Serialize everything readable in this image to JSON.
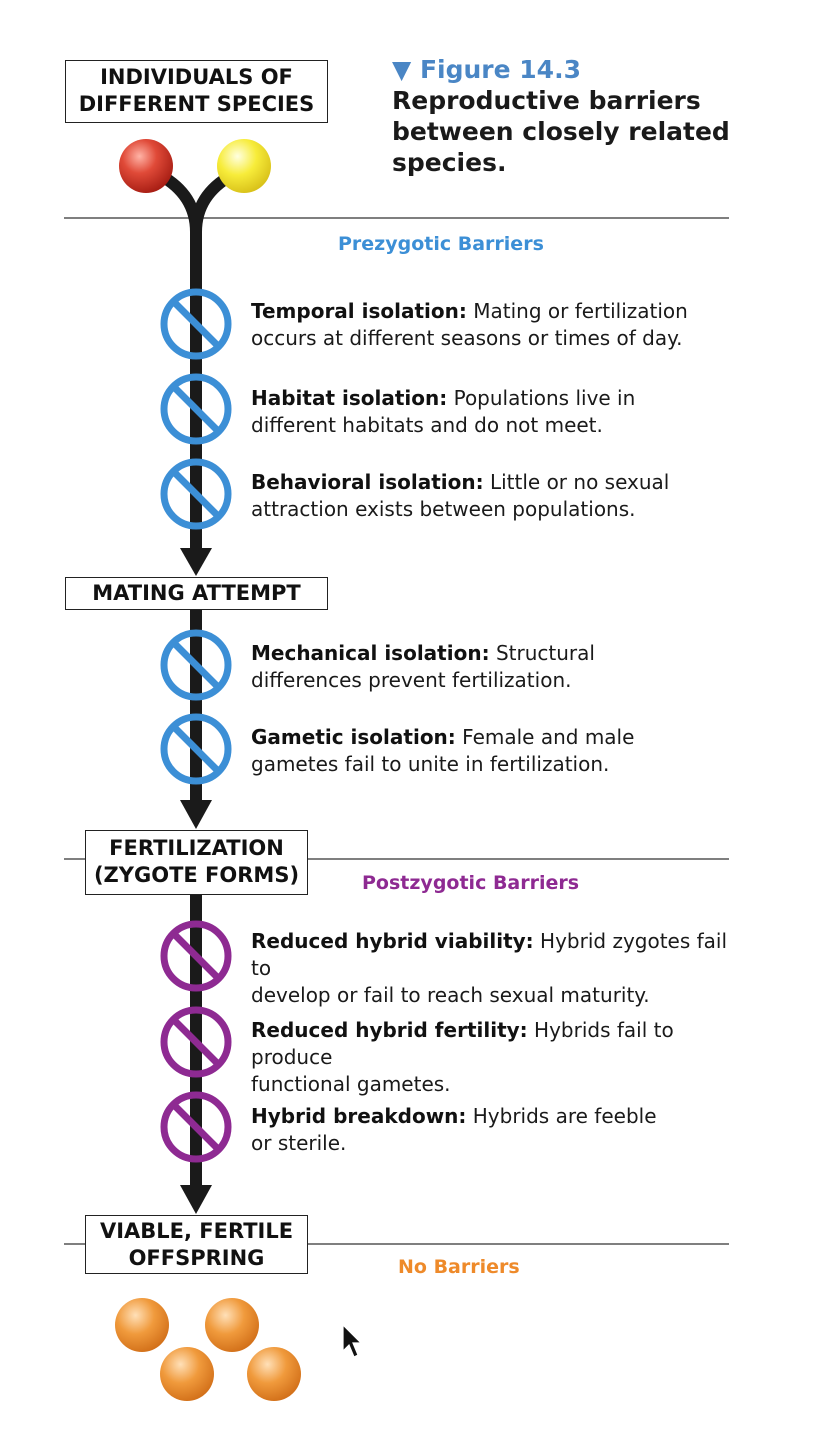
{
  "colors": {
    "prezygotic": "#3c8fd6",
    "postzygotic": "#8e2a92",
    "none": "#ee8a2a",
    "figure_label": "#4a86c5",
    "species_a": "#d63a2c",
    "species_b": "#f2e230",
    "offspring": "#ee8f33",
    "flow_line": "#1a1a1a"
  },
  "figure": {
    "marker": "▼",
    "label": "Figure 14.3",
    "title": "Reproductive barriers between closely related species."
  },
  "stages": {
    "individuals": [
      "INDIVIDUALS OF",
      "DIFFERENT SPECIES"
    ],
    "mating": [
      "MATING ATTEMPT"
    ],
    "fertilization": [
      "FERTILIZATION",
      "(ZYGOTE FORMS)"
    ],
    "offspring": [
      "VIABLE, FERTILE",
      "OFFSPRING"
    ]
  },
  "sections": {
    "prezygotic": "Prezygotic Barriers",
    "postzygotic": "Postzygotic Barriers",
    "none": "No Barriers"
  },
  "barriers": [
    {
      "term": "Temporal isolation:",
      "desc": "Mating or fertilization",
      "desc2": "occurs at different seasons or times of day.",
      "type": "prezygotic"
    },
    {
      "term": "Habitat isolation:",
      "desc": "Populations live in",
      "desc2": "different habitats and do not meet.",
      "type": "prezygotic"
    },
    {
      "term": "Behavioral isolation:",
      "desc": "Little or no sexual",
      "desc2": "attraction exists between populations.",
      "type": "prezygotic"
    },
    {
      "term": "Mechanical isolation:",
      "desc": "Structural",
      "desc2": "differences prevent fertilization.",
      "type": "prezygotic"
    },
    {
      "term": "Gametic isolation:",
      "desc": "Female and male",
      "desc2": "gametes fail to unite in fertilization.",
      "type": "prezygotic"
    },
    {
      "term": "Reduced hybrid viability:",
      "desc": "Hybrid zygotes fail to",
      "desc2": "develop or fail to reach sexual maturity.",
      "type": "postzygotic"
    },
    {
      "term": "Reduced hybrid fertility:",
      "desc": "Hybrids fail to produce",
      "desc2": "functional gametes.",
      "type": "postzygotic"
    },
    {
      "term": "Hybrid breakdown:",
      "desc": "Hybrids are feeble",
      "desc2": "or sterile.",
      "type": "postzygotic"
    }
  ]
}
